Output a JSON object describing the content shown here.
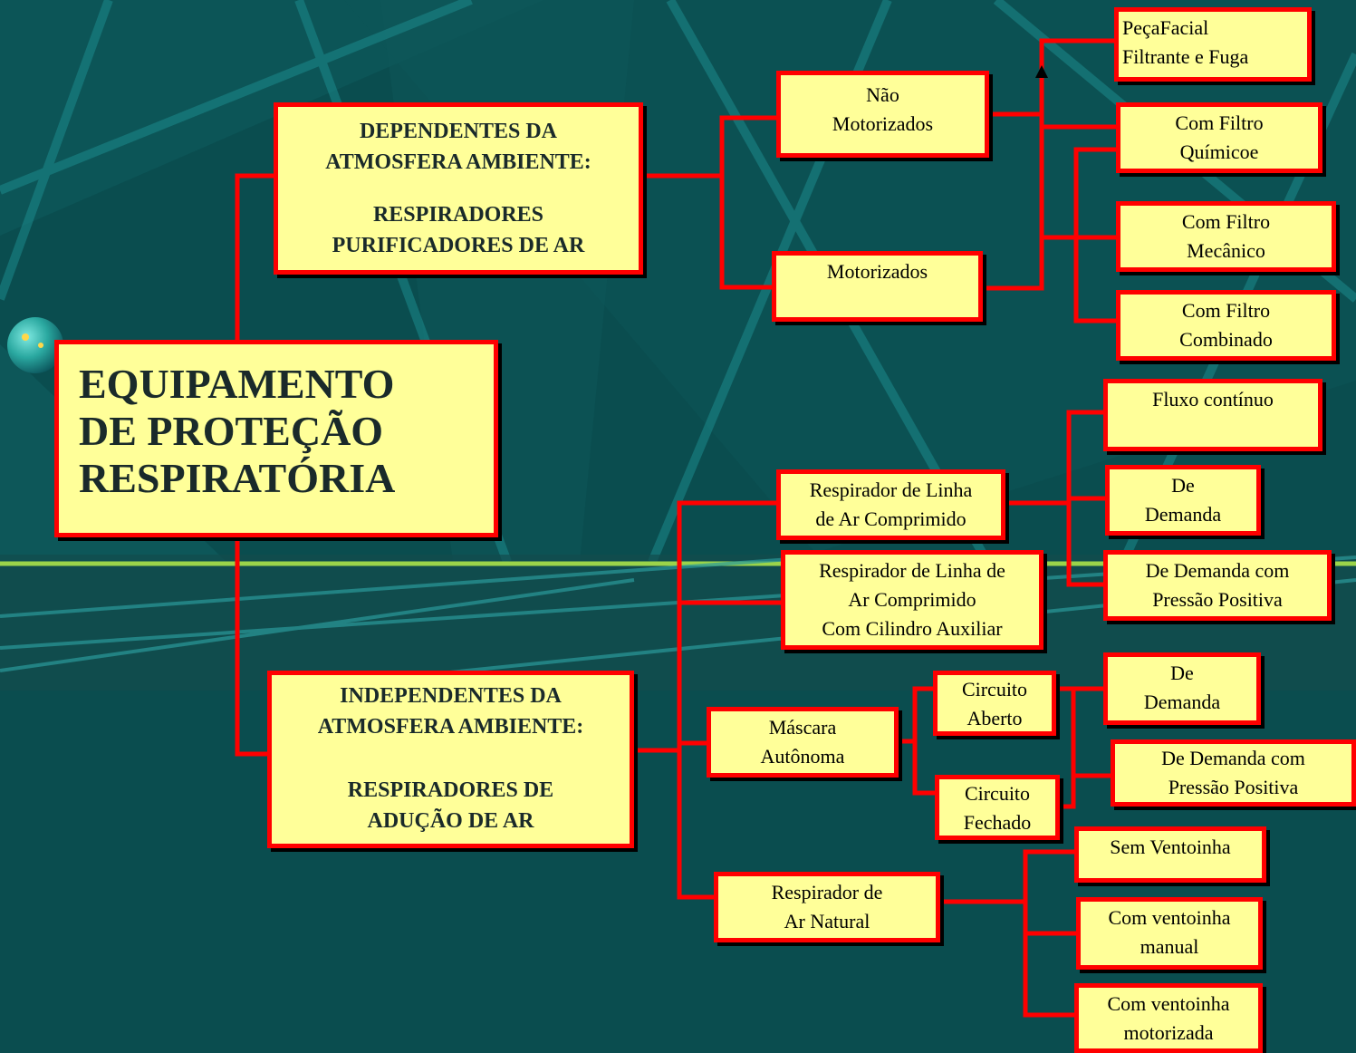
{
  "main_title": [
    "EQUIPAMENTO",
    "DE PROTEÇÃO",
    "RESPIRATÓRIA"
  ],
  "dependentes": [
    "DEPENDENTES DA",
    "ATMOSFERA AMBIENTE:",
    "",
    "RESPIRADORES",
    "PURIFICADORES DE AR"
  ],
  "independentes": [
    "INDEPENDENTES DA",
    "ATMOSFERA AMBIENTE:",
    "",
    "RESPIRADORES DE",
    "ADUÇÃO DE AR"
  ],
  "nao_motorizados": [
    "Não",
    "Motorizados"
  ],
  "motorizados": [
    "Motorizados"
  ],
  "peca_facial": [
    "PeçaFacial",
    "Filtrante e Fuga"
  ],
  "filtro_quimico": [
    "Com Filtro",
    "Químicoe"
  ],
  "filtro_mecanico": [
    "Com Filtro",
    "Mecânico"
  ],
  "filtro_combinado": [
    "Com Filtro",
    "Combinado"
  ],
  "linha_ar": [
    "Respirador de Linha",
    "de Ar Comprimido"
  ],
  "linha_ar_cilindro": [
    "Respirador de Linha de",
    "Ar Comprimido",
    "Com Cilindro Auxiliar"
  ],
  "fluxo_continuo": [
    "Fluxo contínuo"
  ],
  "de_demanda_1": [
    "De",
    "Demanda"
  ],
  "demanda_pressao_1": [
    "De Demanda com",
    "Pressão Positiva"
  ],
  "mascara_autonoma": [
    "Máscara",
    "Autônoma"
  ],
  "circuito_aberto": [
    "Circuito",
    "Aberto"
  ],
  "circuito_fechado": [
    "Circuito",
    "Fechado"
  ],
  "de_demanda_2": [
    "De",
    "Demanda"
  ],
  "demanda_pressao_2": [
    "De Demanda com",
    "Pressão Positiva"
  ],
  "ar_natural": [
    "Respirador de",
    "Ar Natural"
  ],
  "sem_ventoinha": [
    "Sem Ventoinha"
  ],
  "ventoinha_manual": [
    "Com ventoinha",
    "manual"
  ],
  "ventoinha_motorizada": [
    "Com ventoinha",
    "motorizada"
  ],
  "colors": {
    "box_fill": "#ffff99",
    "box_border": "#ff0000",
    "connector": "#ff0000",
    "background": "#0a4d4f"
  }
}
